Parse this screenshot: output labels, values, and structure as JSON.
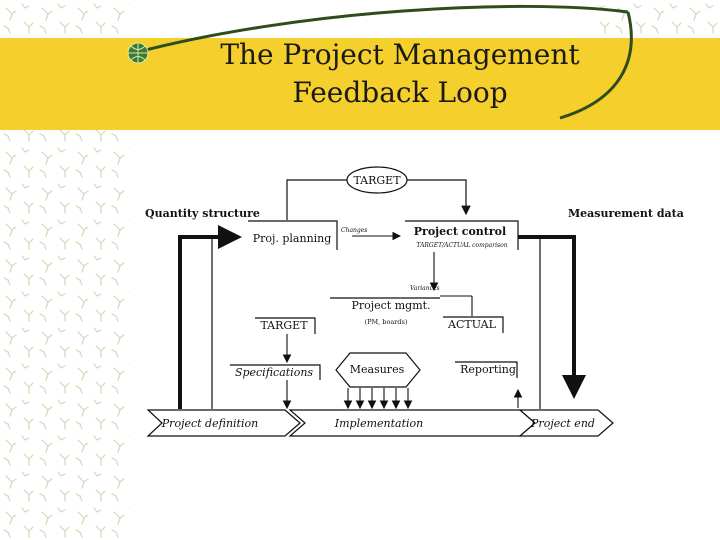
{
  "slide": {
    "title_line1": "The Project Management",
    "title_line2": "Feedback Loop",
    "colors": {
      "band": "#f5cf2c",
      "swoosh": "#2e4d1a",
      "bullet": "#3d7a2a",
      "pattern": "#cfd9b8"
    },
    "icons": [
      "green-globe-bullet-icon"
    ]
  },
  "diagram": {
    "target_top": "TARGET",
    "quantity_structure": "Quantity structure",
    "measurement_data": "Measurement data",
    "proj_planning": "Proj. planning",
    "changes": "Changes",
    "project_control": "Project control",
    "target_actual_comparison": "TARGET/ACTUAL comparison",
    "variances": "Variances",
    "project_mgmt": "Project mgmt.",
    "pm_boards": "(PM, boards)",
    "target_left": "TARGET",
    "actual": "ACTUAL",
    "specifications": "Specifications",
    "measures": "Measures",
    "reporting": "Reporting",
    "project_definition": "Project definition",
    "implementation": "Implementation",
    "project_end": "Project end"
  }
}
